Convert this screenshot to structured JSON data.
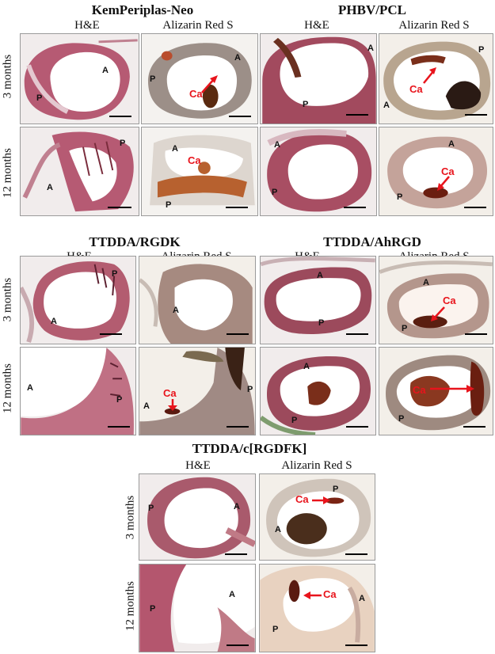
{
  "groups": [
    {
      "title": "KemPeriplas-Neo",
      "he": "H&E",
      "ars": "Alizarin Red S",
      "row1": "3 months",
      "row2": "12  months"
    },
    {
      "title": "PHBV/PCL",
      "he": "H&E",
      "ars": "Alizarin Red S",
      "row1": "",
      "row2": ""
    },
    {
      "title": "TTDDA/RGDK",
      "he": "H&E",
      "ars": "Alizarin Red S",
      "row1": "3 months",
      "row2": "12  months"
    },
    {
      "title": "TTDDA/AhRGD",
      "he": "H&E",
      "ars": "Alizarin Red S",
      "row1": "",
      "row2": ""
    },
    {
      "title": "TTDDA/c[RGDFK]",
      "he": "H&E",
      "ars": "Alizarin Red S",
      "row1": "3 months",
      "row2": "12  months"
    }
  ],
  "markers": {
    "adventitia": "A",
    "periprosthetic": "P",
    "calcium": "Ca"
  },
  "colors": {
    "stain_he": "#a24a5e",
    "stain_ars_tissue": "#a07a68",
    "calcium": "#5a2a10",
    "arrow": "#e8141c"
  }
}
